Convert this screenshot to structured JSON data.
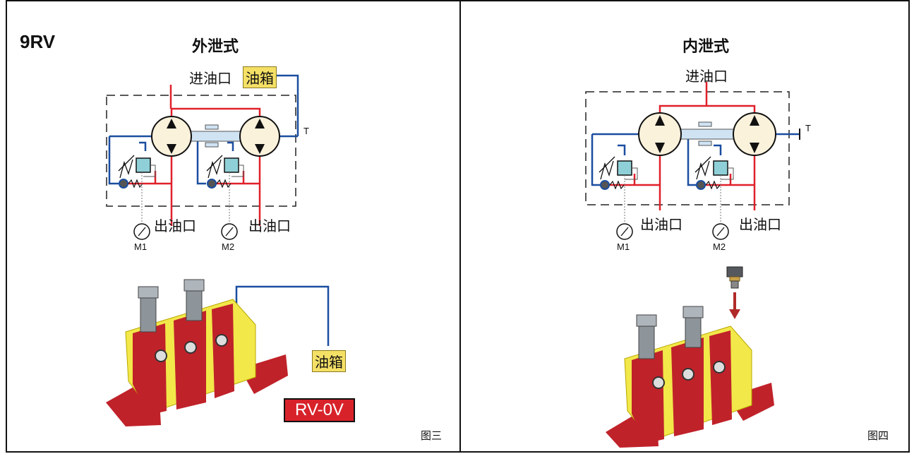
{
  "left": {
    "model": "9RV",
    "title": "外泄式",
    "inlet": "进油口",
    "tank_top": "油箱",
    "t_label": "T",
    "outlet1": "出油口",
    "outlet2": "出油口",
    "gauge1": "M1",
    "gauge2": "M2",
    "tank_bottom": "油箱",
    "badge": "RV-0V",
    "figure": "图三"
  },
  "right": {
    "title": "内泄式",
    "inlet": "进油口",
    "t_label": "T",
    "outlet1": "出油口",
    "outlet2": "出油口",
    "gauge1": "M1",
    "gauge2": "M2",
    "figure": "图四"
  },
  "colors": {
    "pressure_line": "#e0202a",
    "tank_line": "#1a4ea0",
    "tank_label_bg": "#f5e066",
    "valve_fill": "#8fd0d8",
    "body_red": "#c0222a",
    "body_yellow": "#f2e84a",
    "badge_bg": "#d8222a"
  }
}
